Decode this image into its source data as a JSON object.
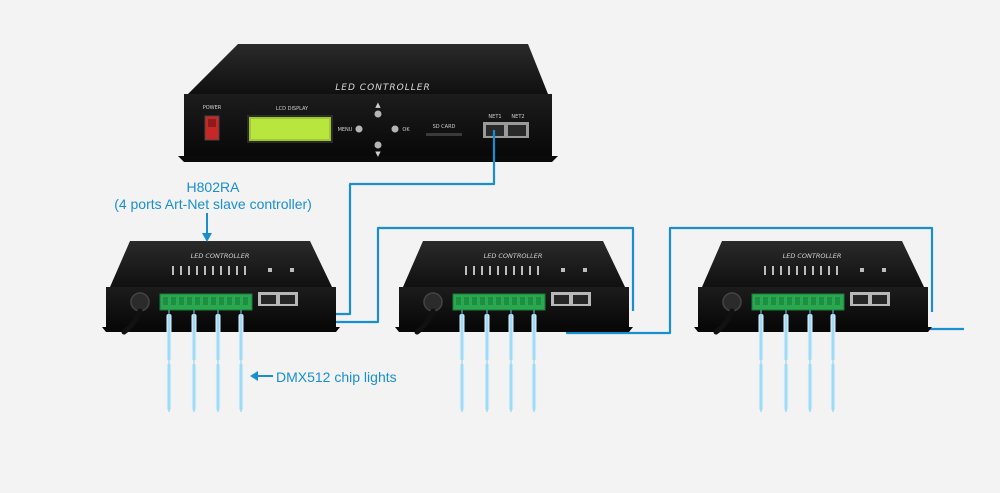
{
  "master": {
    "title": "LED  CONTROLLER",
    "power_label": "POWER",
    "lcd_label": "LCD DISPLAY",
    "menu_label": "MENU",
    "ok_label": "OK",
    "sdcard_label": "SD CARD",
    "net1_label": "NET1",
    "net2_label": "NET2"
  },
  "slaves": {
    "title": "LED CONTROLLER",
    "count": 3
  },
  "annotations": {
    "model": "H802RA",
    "model_desc": "(4 ports Art-Net slave controller)",
    "lights": "DMX512 chip lights"
  },
  "colors": {
    "cable": "#1a8fd0",
    "device_body": "#151515",
    "lcd": "#b6e33a",
    "terminal": "#2aa84f",
    "light_tube": "#c2e8f8"
  }
}
